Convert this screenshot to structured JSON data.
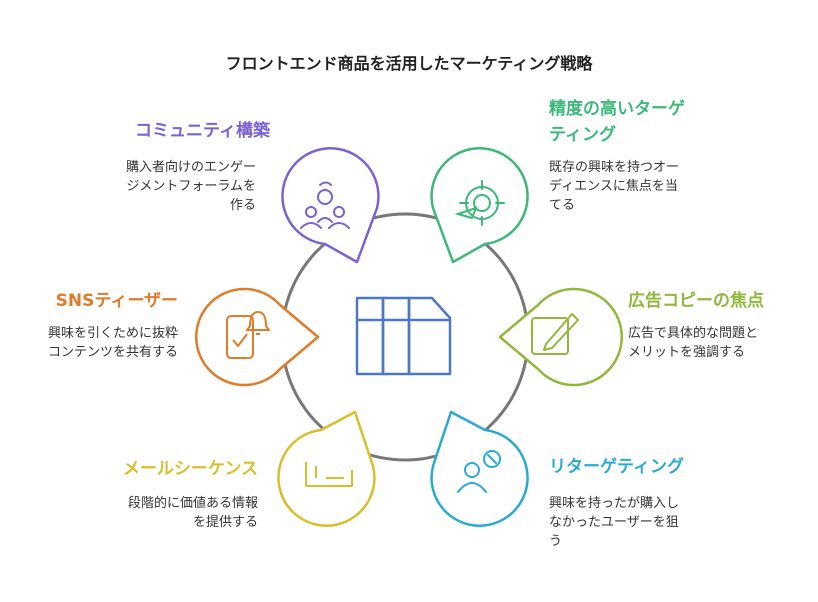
{
  "title": "フロントエンド商品を活用したマーケティング戦略",
  "colors": {
    "ring": "#777777",
    "center_icon": "#4a78c4",
    "purple": "#7b61d1",
    "green": "#3cb878",
    "olive": "#8fb83a",
    "orange": "#e07b2a",
    "cyan": "#2aaad2",
    "yellow": "#d8bf2a"
  },
  "items": [
    {
      "key": "community",
      "color": "purple",
      "icon": "community-icon",
      "label": [
        "コミュニティ構築"
      ],
      "desc": [
        "購入者向けのエンゲー",
        "ジメントフォーラムを",
        "作る"
      ]
    },
    {
      "key": "precision",
      "color": "green",
      "icon": "target-icon",
      "label": [
        "精度の高いターゲ",
        "ティング"
      ],
      "desc": [
        "既存の興味を持つオー",
        "ディエンスに焦点を当",
        "てる"
      ]
    },
    {
      "key": "ad-copy",
      "color": "olive",
      "icon": "pen-icon",
      "label": [
        "広告コピーの焦点"
      ],
      "desc": [
        "広告で具体的な問題と",
        "メリットを強調する"
      ]
    },
    {
      "key": "sns",
      "color": "orange",
      "icon": "phone-bell-icon",
      "label": [
        "SNSティーザー"
      ],
      "desc": [
        "興味を引くために抜粋",
        "コンテンツを共有する"
      ]
    },
    {
      "key": "retargeting",
      "color": "cyan",
      "icon": "retarget-user-icon",
      "label": [
        "リターゲティング"
      ],
      "desc": [
        "興味を持ったが購入し",
        "なかったユーザーを狙",
        "う"
      ]
    },
    {
      "key": "email",
      "color": "yellow",
      "icon": "email-sequence-icon",
      "label": [
        "メールシーケンス"
      ],
      "desc": [
        "段階的に価値ある情報",
        "を提供する"
      ]
    }
  ]
}
